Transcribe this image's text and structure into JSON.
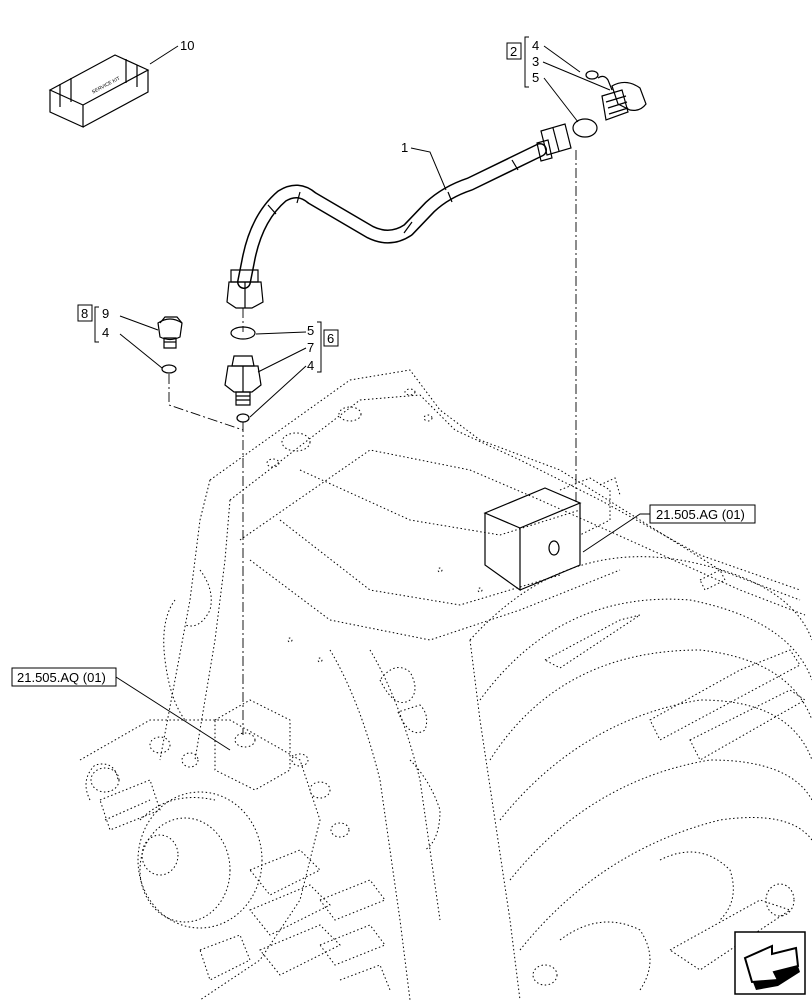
{
  "callouts": {
    "item_1": "1",
    "group_2": "2",
    "item_3": "3",
    "item_4_top": "4",
    "item_5_top": "5",
    "item_4_plug": "4",
    "item_9": "9",
    "group_8": "8",
    "item_5_mid": "5",
    "item_7": "7",
    "item_4_mid": "4",
    "group_6": "6",
    "item_10": "10"
  },
  "references": {
    "ag": "21.505.AG (01)",
    "aq": "21.505.AQ (01)"
  },
  "kit_label": "SERVICE KIT",
  "nav_icon": "next-page-arrow-icon"
}
